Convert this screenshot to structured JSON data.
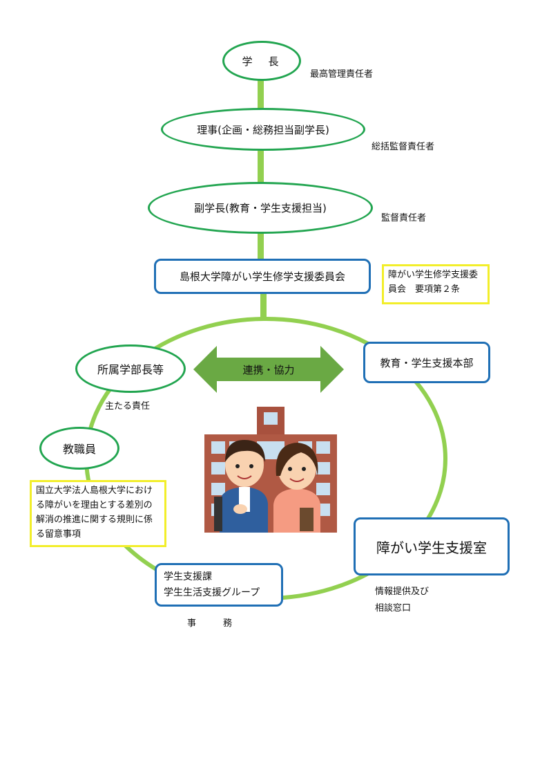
{
  "nodes": {
    "president": "学　長",
    "director": "理事(企画・総務担当副学長)",
    "vice_president": "副学長(教育・学生支援担当)",
    "committee": "島根大学障がい学生修学支援委員会",
    "faculty_dean": "所属学部長等",
    "headquarters": "教育・学生支援本部",
    "staff": "教職員",
    "support_office": "障がい学生支援室",
    "student_support": [
      "学生支援課",
      "学生生活支援グループ"
    ]
  },
  "roles": {
    "president": "最高管理責任者",
    "director": "総括監督責任者",
    "vice_president": "監督責任者",
    "faculty_dean": "主たる責任",
    "support_office": [
      "情報提供及び",
      "相談窓口"
    ],
    "student_support": "事　　　務"
  },
  "notes": {
    "committee_rules": [
      "障がい学生修学支援委",
      "員会　要項第２条"
    ],
    "university_rules": [
      "国立大学法人島根大学におけ",
      "る障がいを理由とする差別の",
      "解消の推進に関する規則に係",
      "る留意事項"
    ]
  },
  "arrow_label": "連携・協力",
  "colors": {
    "ellipse_border": "#22a550",
    "box_border": "#1f6fb5",
    "note_border": "#f2ee2a",
    "connector": "#92d050",
    "arrow_fill": "#6aa944"
  }
}
